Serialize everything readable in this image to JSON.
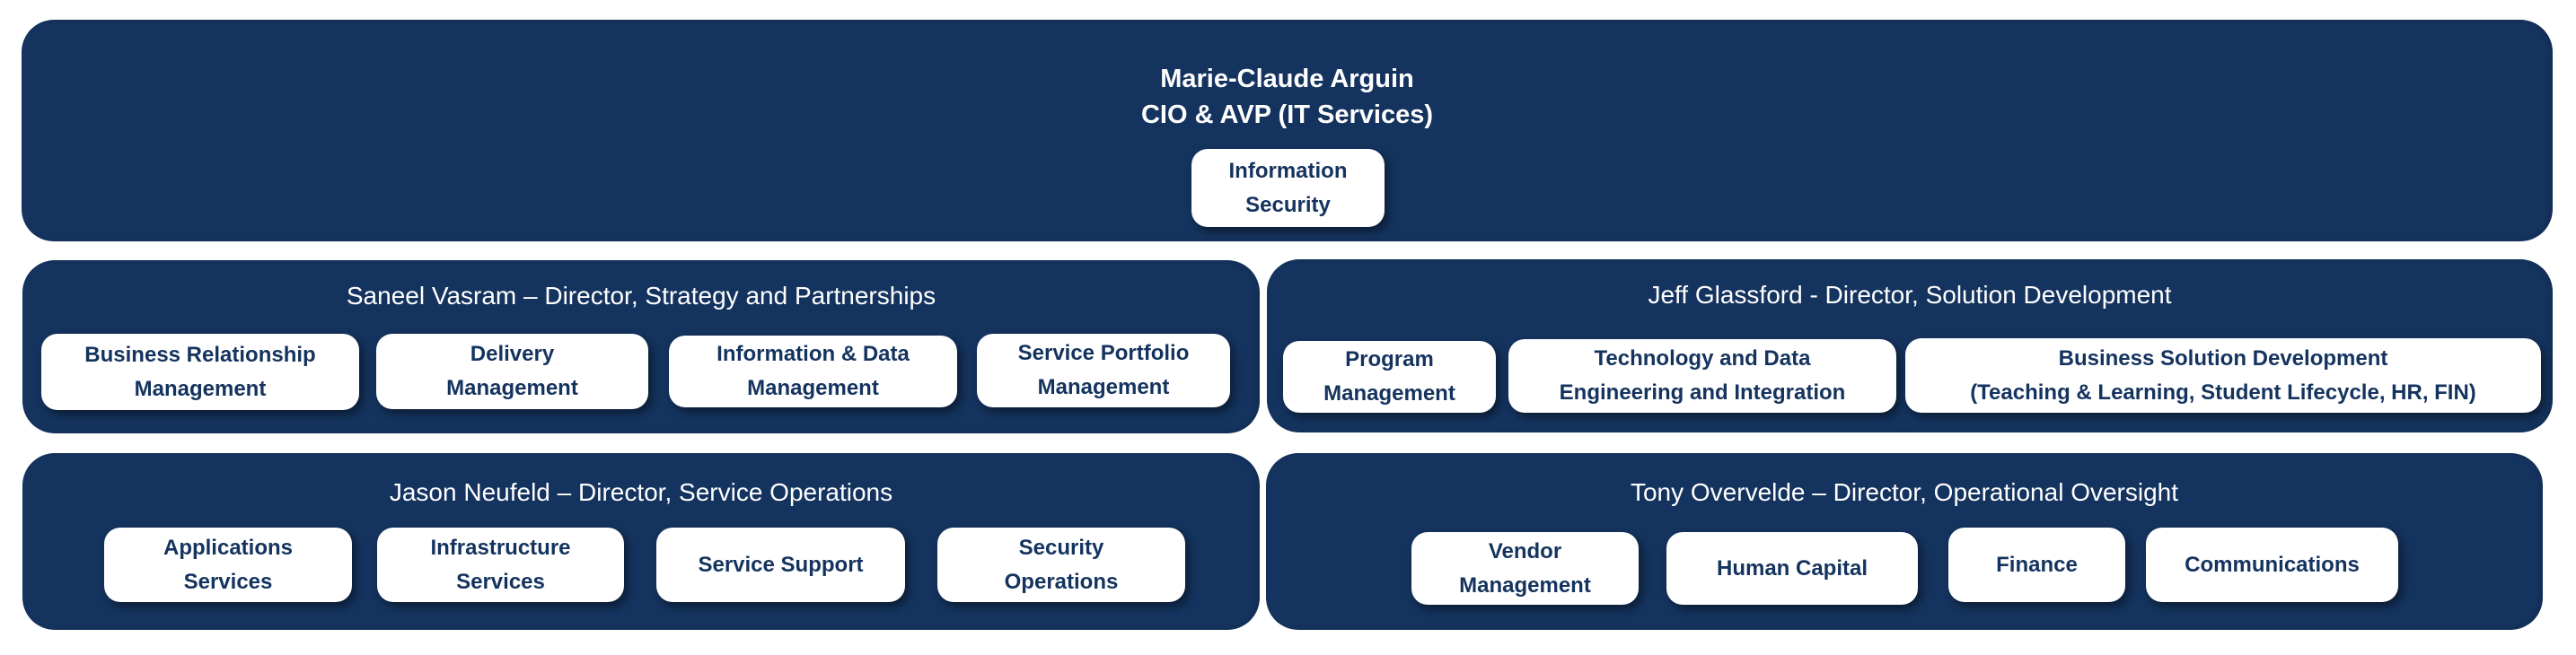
{
  "colors": {
    "panel_fill": "#14335e",
    "unit_fill": "#ffffff",
    "panel_text": "#ffffff",
    "unit_text": "#14335e"
  },
  "executive": {
    "name": "Marie-Claude Arguin",
    "title": "CIO & AVP (IT Services)",
    "units": [
      {
        "label": "Information\nSecurity"
      }
    ]
  },
  "directorates": [
    {
      "heading": "Saneel Vasram – Director, Strategy and Partnerships",
      "units": [
        {
          "label": "Business Relationship\nManagement"
        },
        {
          "label": "Delivery\nManagement"
        },
        {
          "label": "Information & Data\nManagement"
        },
        {
          "label": "Service Portfolio\nManagement"
        }
      ]
    },
    {
      "heading": "Jeff Glassford - Director, Solution Development",
      "units": [
        {
          "label": "Program\nManagement"
        },
        {
          "label": "Technology and Data\nEngineering and Integration"
        },
        {
          "label": "Business Solution Development\n(Teaching & Learning, Student Lifecycle, HR, FIN)"
        }
      ]
    },
    {
      "heading": "Jason Neufeld – Director, Service Operations",
      "units": [
        {
          "label": "Applications\nServices"
        },
        {
          "label": "Infrastructure\nServices"
        },
        {
          "label": "Service Support"
        },
        {
          "label": "Security\nOperations"
        }
      ]
    },
    {
      "heading": "Tony Overvelde – Director, Operational Oversight",
      "units": [
        {
          "label": "Vendor\nManagement"
        },
        {
          "label": "Human Capital"
        },
        {
          "label": "Finance"
        },
        {
          "label": "Communications"
        }
      ]
    }
  ]
}
